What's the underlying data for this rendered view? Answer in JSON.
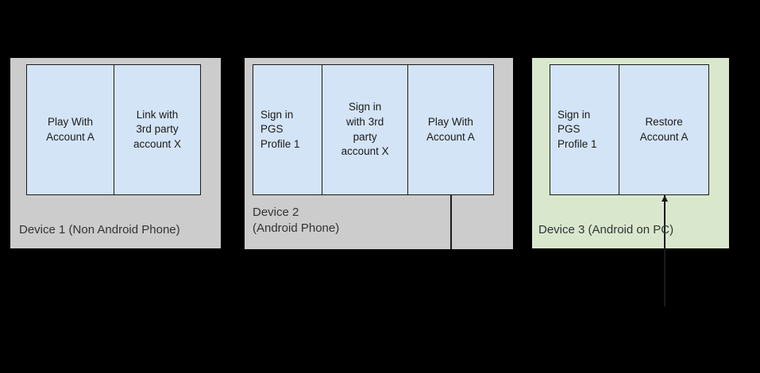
{
  "diagram": {
    "background_color": "#000000",
    "panel_gray_color": "#cccccc",
    "panel_green_color": "#d9e8cd",
    "box_fill_color": "#d4e4f7",
    "stroke_color": "#1a1a1a",
    "label_color": "#333333"
  },
  "devices": [
    {
      "id": "device-1",
      "label": "Device 1 (Non Android Phone)",
      "panel_color": "#cccccc",
      "steps": [
        {
          "text": "Play With\nAccount A"
        },
        {
          "text": "Link with\n3rd party\naccount X"
        }
      ]
    },
    {
      "id": "device-2",
      "label": "Device 2\n(Android Phone)",
      "panel_color": "#cccccc",
      "steps": [
        {
          "text": "Sign in\nPGS\nProfile 1"
        },
        {
          "text": "Sign in\nwith 3rd\nparty\naccount X"
        },
        {
          "text": "Play With\nAccount A"
        }
      ]
    },
    {
      "id": "device-3",
      "label": "Device 3 (Android on PC)",
      "panel_color": "#d9e8cd",
      "steps": [
        {
          "text": "Sign in\nPGS\nProfile 1"
        },
        {
          "text": "Restore\nAccount A"
        }
      ]
    }
  ],
  "connectors": [
    {
      "id": "connector-device2-out",
      "from": "device-2-step-3",
      "direction": "down",
      "arrowhead": false
    },
    {
      "id": "connector-device3-in",
      "to": "device-3-step-2",
      "direction": "up",
      "arrowhead": true
    }
  ]
}
